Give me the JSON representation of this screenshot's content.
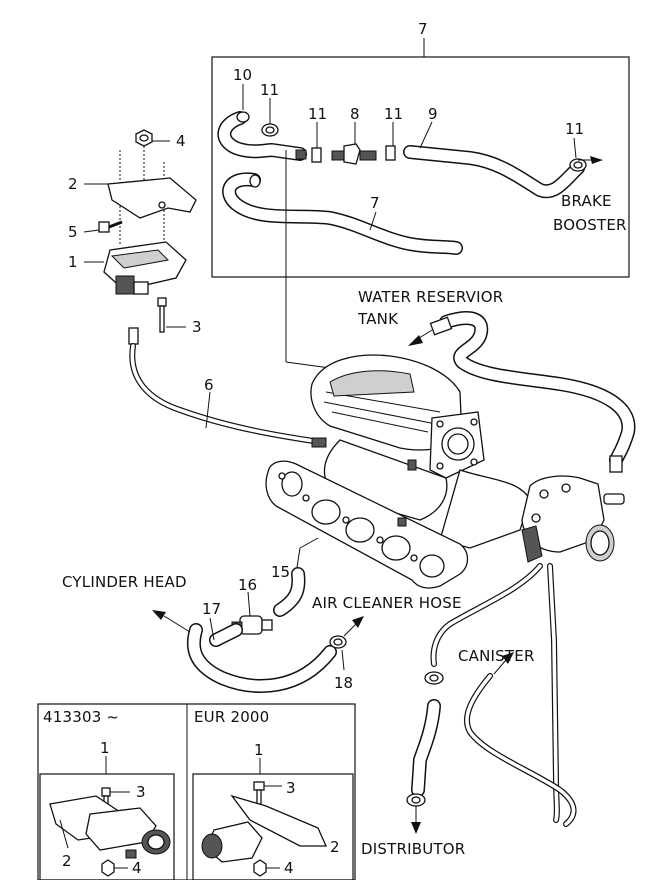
{
  "callouts": {
    "c7_top": "7",
    "c10": "10",
    "c11_a": "11",
    "c11_b": "11",
    "c8": "8",
    "c11_c": "11",
    "c9": "9",
    "c11_d": "11",
    "c7_hose": "7",
    "c4": "4",
    "c2": "2",
    "c5": "5",
    "c1": "1",
    "c3": "3",
    "c6": "6",
    "c15": "15",
    "c16": "16",
    "c17": "17",
    "c18": "18",
    "inset1_1": "1",
    "inset1_3": "3",
    "inset1_2": "2",
    "inset1_4": "4",
    "inset2_1": "1",
    "inset2_3": "3",
    "inset2_2": "2",
    "inset2_4": "4"
  },
  "captions": {
    "brake_line1": "BRAKE",
    "brake_line2": "BOOSTER",
    "water_line1": "WATER RESERVIOR",
    "water_line2": "TANK",
    "cylinder_head": "CYLINDER HEAD",
    "air_cleaner": "AIR CLEANER HOSE",
    "canister": "CANISTER",
    "distributor": "DISTRIBUTOR"
  },
  "insets": {
    "left_title": "413303 ~",
    "right_title": "EUR 2000"
  }
}
